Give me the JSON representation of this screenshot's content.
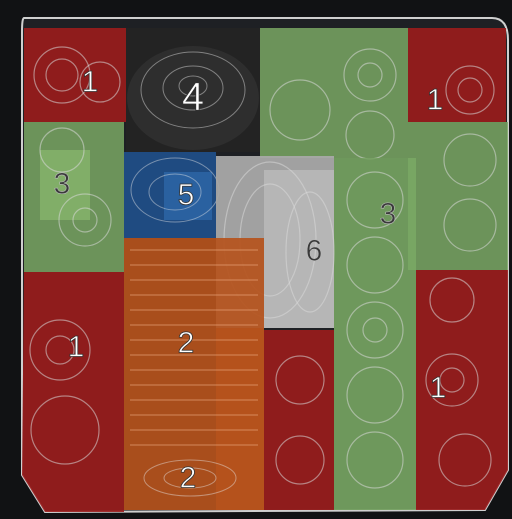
{
  "image": {
    "description_kind": "segmentation-overlay",
    "background_color": "#111214",
    "tray_color": "#1e2024"
  },
  "legend_colors": {
    "1": "#9b1c1c",
    "2": "#b5521c",
    "3": "#7aa864",
    "4": "#2b2b2b",
    "5": "#1f4f8a",
    "6": "#a9a9a9"
  },
  "labels": {
    "top_left": "1",
    "top_center": "4",
    "top_right": "1",
    "mid_left": "3",
    "mid_center_blue": "5",
    "mid_right_green": "3",
    "center_gray": "6",
    "lower_left": "1",
    "lower_center_orange": "2",
    "lower_right": "1",
    "bottom_center_orange": "2"
  }
}
